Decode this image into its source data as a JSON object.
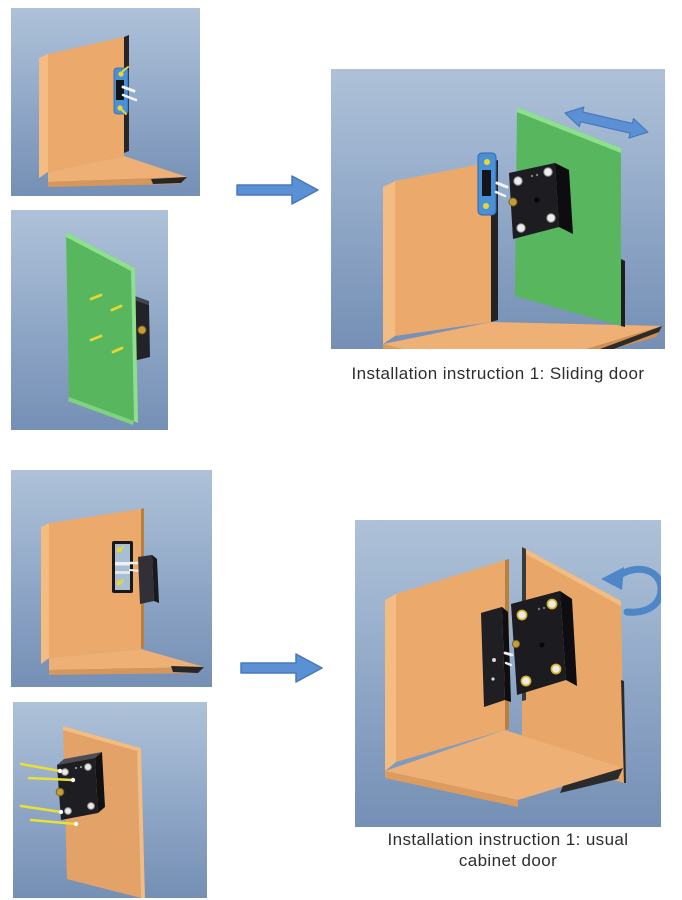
{
  "document": {
    "background": "#ffffff",
    "type": "installation-instruction-sheet"
  },
  "colors": {
    "panel_bg_top": "#aec1d8",
    "panel_bg_bottom": "#7590b5",
    "flow_arrow": "#5b90d5",
    "flow_arrow_stroke": "#4879bb",
    "wood_face": "#ebaa6b",
    "wood_light_edge": "#f2bc83",
    "wood_front_edge": "#dd9b5d",
    "dark_edge": "#262626",
    "door_green": "#57b65e",
    "door_green_light": "#8ee08f",
    "lock_body_black": "#1c1c21",
    "lock_top_gray": "#50505a",
    "strike_plate_blue": "#4a90d6",
    "screw_yellow": "#ead631",
    "screw_silver": "#f2f2f2",
    "brass": "#c39d36",
    "caption_text": "#2d2d2d"
  },
  "sliding_door": {
    "caption": "Installation instruction 1: Sliding door",
    "step_panels": {
      "panel_1": "cabinet-corner-with-strike-plate",
      "panel_2": "green-sliding-door-with-rear-lock"
    },
    "result_panel": "assembled-sliding-door",
    "flow_icon": "right-arrow",
    "motion_icon": "double-headed-slide-arrow"
  },
  "cabinet_door": {
    "caption_line1": "Installation instruction 1: usual",
    "caption_line2": "cabinet door",
    "step_panels": {
      "panel_3": "cabinet-wall-with-surface-latch",
      "panel_4": "cabinet-door-with-lock-and-screws"
    },
    "result_panel": "assembled-cabinet-door",
    "flow_icon": "right-arrow",
    "motion_icon": "swing-rotate-arrow"
  }
}
